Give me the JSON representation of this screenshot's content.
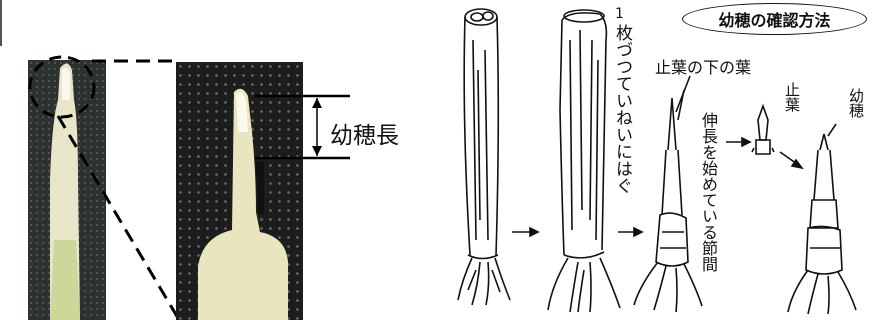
{
  "left_panel": {
    "measure_label": "幼穂長"
  },
  "right_panel": {
    "title": "幼穂の確認方法",
    "instruction_number": "1",
    "instruction_text": "枚づつていねいにはぐ",
    "flag_leaf_below_label": "止葉の下の葉",
    "elongating_node_label": "伸長を始めている節間",
    "flag_leaf_label": "止葉",
    "young_panicle_label": "幼穂"
  }
}
